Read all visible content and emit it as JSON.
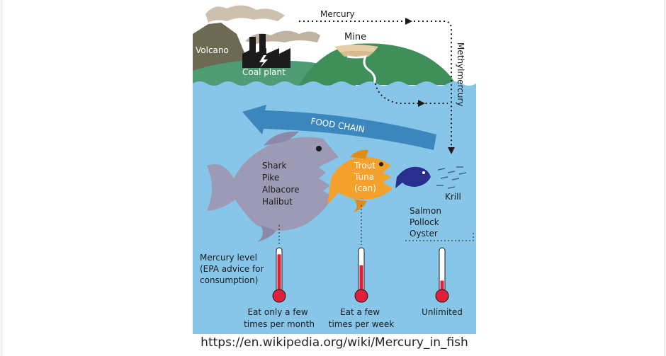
{
  "labels": {
    "volcano": "Volcano",
    "coal_plant": "Coal plant",
    "mine": "Mine",
    "mercury": "Mercury",
    "methylmercury": "Methylmercury",
    "food_chain": "FOOD CHAIN",
    "mercury_level": [
      "Mercury level",
      "(EPA advice for",
      "consumption)"
    ]
  },
  "fish_groups": [
    {
      "species": [
        "Shark",
        "Pike",
        "Albacore",
        "Halibut"
      ],
      "advice": [
        "Eat only a few",
        "times per month"
      ],
      "level": 0.85
    },
    {
      "species": [
        "Trout",
        "Tuna",
        "(can)"
      ],
      "advice": [
        "Eat a few",
        "times per week"
      ],
      "level": 0.6
    },
    {
      "species": [
        "Salmon",
        "Pollock",
        "Oyster"
      ],
      "advice": [
        "Unlimited"
      ],
      "level": 0.25
    }
  ],
  "krill_label": "Krill",
  "source_url": "https://en.wikipedia.org/wiki/Mercury_in_fish",
  "colors": {
    "water": "#87c6e9",
    "sky_land": "#6c6a52",
    "hill_green": "#3f8f5a",
    "arrow": "#3a86bd",
    "big_fish": "#9d9ab6",
    "mid_fish": "#f4a12c",
    "small_fish": "#2a2f8f",
    "mercury_red": "#e0203a"
  }
}
